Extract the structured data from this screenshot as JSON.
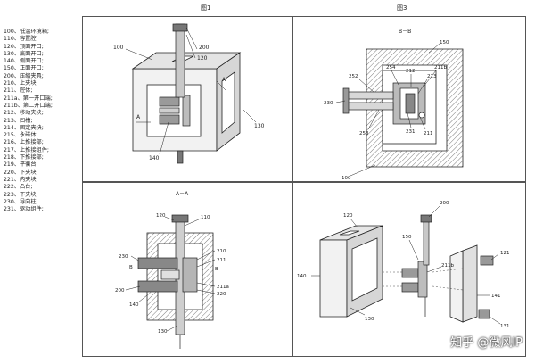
{
  "titles": {
    "fig1": "图1",
    "fig3": "图3"
  },
  "legend": [
    "100、低温环境箱;",
    "110、容置腔;",
    "120、顶面开口;",
    "130、底面开口;",
    "140、侧面开口;",
    "150、正面开口;",
    "200、压缩夹具;",
    "210、上夹块;",
    "211、腔体;",
    "211a、第一开口端;",
    "211b、第二开口端;",
    "212、移动夹块;",
    "213、凹槽;",
    "214、固定夹块;",
    "215、永磁体;",
    "216、上推接部;",
    "217、上推接组件;",
    "218、下推接部;",
    "219、平衡台;",
    "220、下夹块;",
    "221、内夹块;",
    "222、凸台;",
    "223、下夹块;",
    "230、导向柱;",
    "231、驱动组件;"
  ],
  "panels": {
    "fig1": {
      "labels": {
        "l100": "100",
        "l200": "200",
        "l120": "120",
        "lA1": "A",
        "lA2": "A",
        "l130": "130",
        "l140": "140"
      }
    },
    "fig3": {
      "section": "B－B",
      "labels": {
        "l150": "150",
        "l252": "252",
        "l254": "254",
        "l212": "212",
        "l211b": "211b",
        "l213": "213",
        "l230": "230",
        "l253": "253",
        "l231": "231",
        "l211": "211",
        "l100": "100"
      }
    },
    "fig2": {
      "section": "A－A",
      "labels": {
        "l120": "120",
        "l110": "110",
        "l230": "230",
        "lB1": "B",
        "lB2": "B",
        "l210": "210",
        "l211": "211",
        "l200": "200",
        "l211a": "211a",
        "l220": "220",
        "l140": "140",
        "l130": "130"
      }
    },
    "fig4": {
      "labels": {
        "l120": "120",
        "l200": "200",
        "l150": "150",
        "l211b": "211b",
        "l121": "121",
        "l140": "140",
        "l141": "141",
        "l130": "130",
        "l131": "131"
      }
    }
  },
  "watermark": "知乎 @微风IP"
}
